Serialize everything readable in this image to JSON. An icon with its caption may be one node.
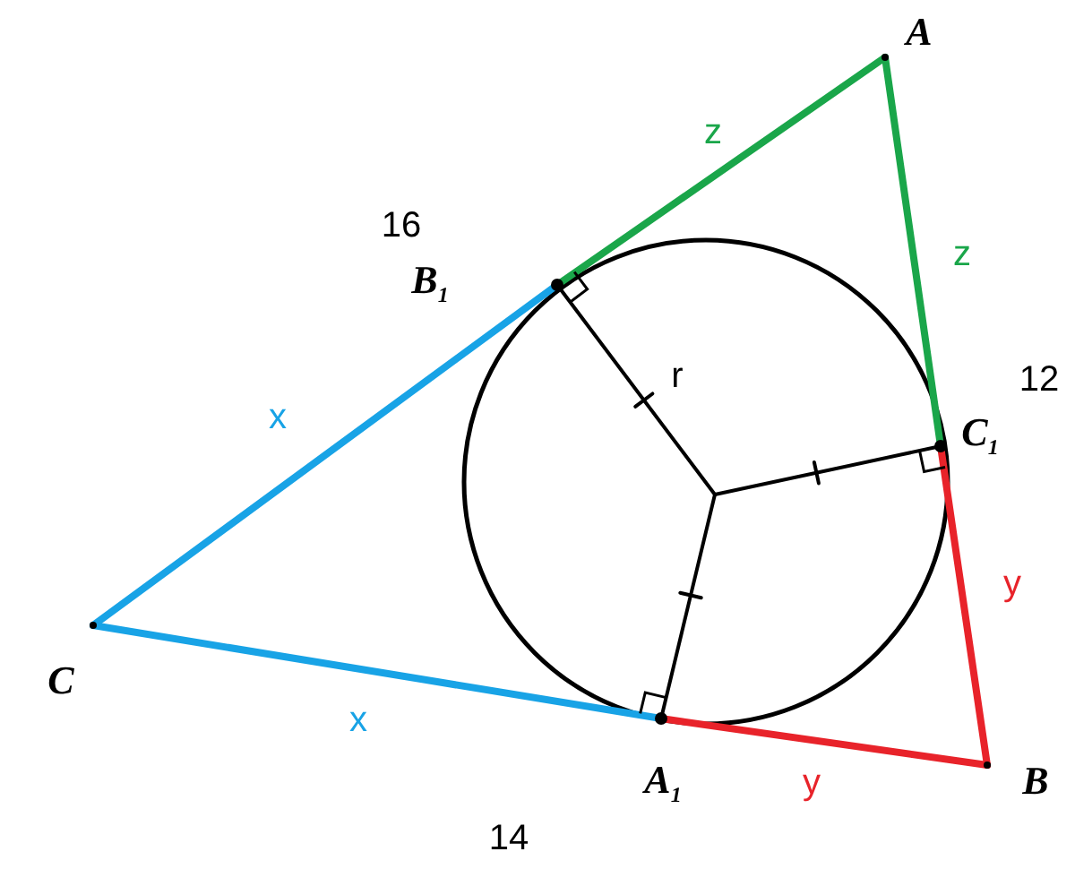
{
  "diagram": {
    "labels": [
      "A",
      "z",
      "16",
      "B$_{1}$",
      "z",
      "12",
      "r",
      "C$_{1}$",
      "x",
      "C",
      "x",
      "A$_{1}$",
      "y",
      "y",
      "B",
      "14"
    ]
  }
}
